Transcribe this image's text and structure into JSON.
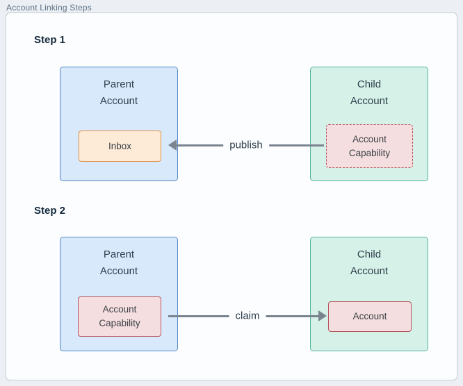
{
  "diagram": {
    "title": "Account Linking Steps",
    "steps": [
      {
        "label": "Step 1",
        "parent_title": "Parent Account",
        "parent_inner": "Inbox",
        "child_title": "Child Account",
        "child_inner": "Account Capability",
        "arrow_label": "publish",
        "arrow_direction": "left"
      },
      {
        "label": "Step 2",
        "parent_title": "Parent Account",
        "parent_inner": "Account Capability",
        "child_title": "Child Account",
        "child_inner": "Account",
        "arrow_label": "claim",
        "arrow_direction": "right"
      }
    ],
    "colors": {
      "parent_fill": "#d7e9fb",
      "parent_stroke": "#5286c5",
      "child_fill": "#d6f2e8",
      "child_stroke": "#4fb39b",
      "inbox_fill": "#fdebd7",
      "inbox_stroke": "#df9141",
      "capability_fill": "#f5dee0",
      "capability_stroke": "#b5555d",
      "arrow": "#79848f"
    }
  }
}
